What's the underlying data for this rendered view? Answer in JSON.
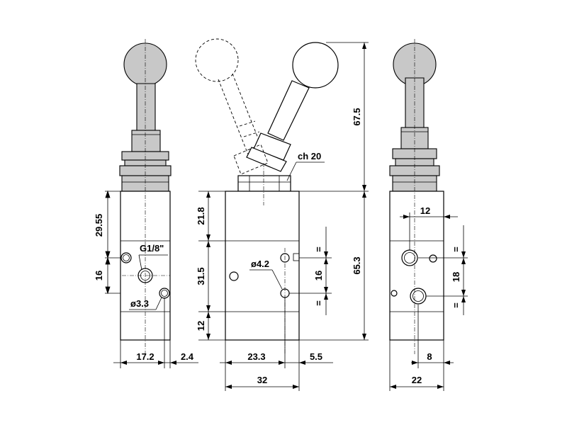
{
  "diagram": {
    "colors": {
      "line": "#000000",
      "shade": "#c8c8c8",
      "background": "#ffffff"
    },
    "dimensions": {
      "front": {
        "height_upper": "29.55",
        "port_spacing": "16",
        "width": "17.2",
        "offset": "2.4",
        "port_thread": "G1/8\"",
        "mount_hole": "ø3.3"
      },
      "middle": {
        "top_section": "21.8",
        "mid_section": "31.5",
        "bottom_section": "12",
        "handle_height": "67.5",
        "body_height": "65.3",
        "hex": "ch 20",
        "hole": "ø4.2",
        "hole_spacing": "16",
        "equal_top": "=",
        "equal_bottom": "=",
        "width": "23.3",
        "offset": "5.5",
        "total_width": "32"
      },
      "side": {
        "port_offset": "12",
        "port_spacing": "18",
        "equal_top": "=",
        "equal_bottom": "=",
        "lower_offset": "8",
        "width": "22"
      }
    }
  }
}
